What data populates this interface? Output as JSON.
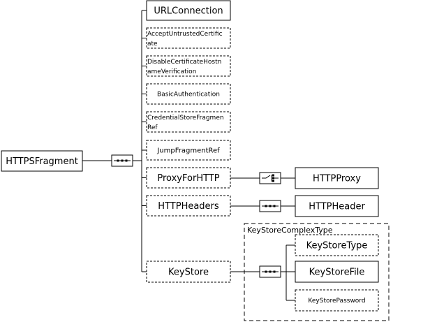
{
  "root": {
    "label": "HTTPSFragment"
  },
  "children": [
    {
      "id": "url-connection",
      "lines": [
        "URLConnection"
      ],
      "optional": false
    },
    {
      "id": "accept-untrusted-certificate",
      "lines": [
        "AcceptUntrustedCertific",
        "ate"
      ],
      "optional": true
    },
    {
      "id": "disable-certificate-hostname-verification",
      "lines": [
        "DisableCertificateHostn",
        "ameVerification"
      ],
      "optional": true
    },
    {
      "id": "basic-authentication",
      "lines": [
        "BasicAuthentication"
      ],
      "optional": true
    },
    {
      "id": "credential-store-fragment-ref",
      "lines": [
        "CredentialStoreFragmen",
        "Ref"
      ],
      "optional": true
    },
    {
      "id": "jump-fragment-ref",
      "lines": [
        "JumpFragmentRef"
      ],
      "optional": true
    },
    {
      "id": "proxy-for-http",
      "lines": [
        "ProxyForHTTP"
      ],
      "optional": true
    },
    {
      "id": "http-headers",
      "lines": [
        "HTTPHeaders"
      ],
      "optional": true
    },
    {
      "id": "key-store",
      "lines": [
        "KeyStore"
      ],
      "optional": true
    }
  ],
  "proxy_child": {
    "label": "HTTPProxy"
  },
  "headers_child": {
    "label": "HTTPHeader"
  },
  "keystore_type": {
    "label": "KeyStoreComplexType",
    "children": [
      {
        "id": "key-store-type",
        "label": "KeyStoreType",
        "optional": true
      },
      {
        "id": "key-store-file",
        "label": "KeyStoreFile",
        "optional": false
      },
      {
        "id": "key-store-password",
        "label": "KeyStorePassword",
        "optional": true
      }
    ]
  }
}
